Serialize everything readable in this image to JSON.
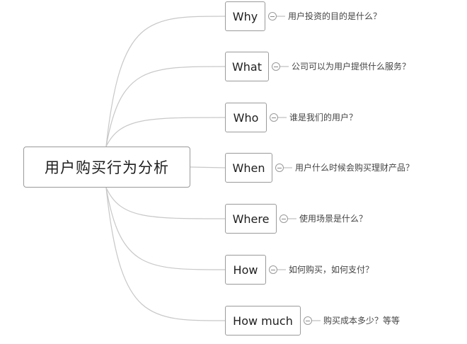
{
  "root": {
    "label": "用户购买行为分析"
  },
  "branches": [
    {
      "key": "why",
      "label": "Why",
      "description": "用户投资的目的是什么？"
    },
    {
      "key": "what",
      "label": "What",
      "description": "公司可以为用户提供什么服务？"
    },
    {
      "key": "who",
      "label": "Who",
      "description": "谁是我们的用户？"
    },
    {
      "key": "when",
      "label": "When",
      "description": "用户什么时候会购买理财产品？"
    },
    {
      "key": "where",
      "label": "Where",
      "description": "使用场景是什么？"
    },
    {
      "key": "how",
      "label": "How",
      "description": "如何购买，如何支付？"
    },
    {
      "key": "howmuch",
      "label": "How much",
      "description": "购买成本多少？等等"
    }
  ]
}
